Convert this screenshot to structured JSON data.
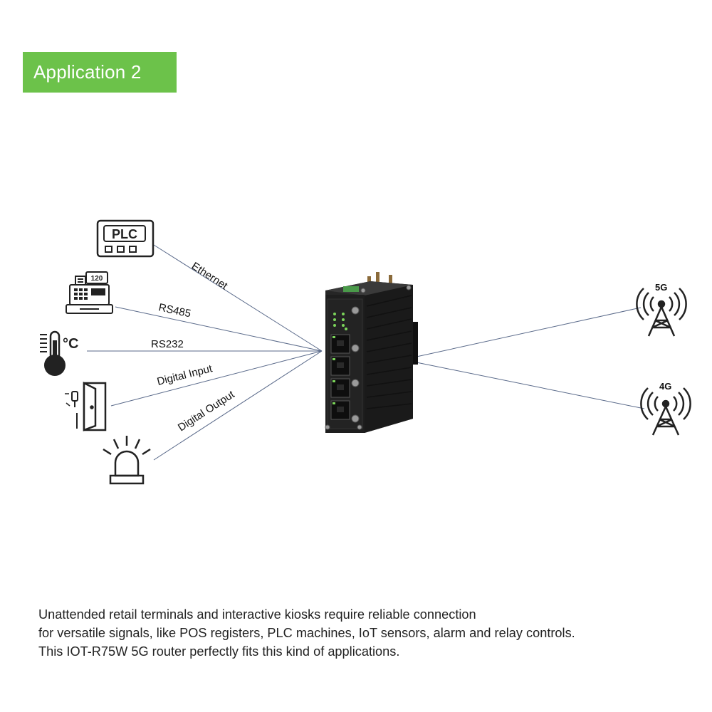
{
  "header": {
    "title": "Application 2"
  },
  "devices": {
    "plc_text": "PLC",
    "register_display": "120",
    "temperature_unit": "°C"
  },
  "connections": [
    {
      "label": "Ethernet"
    },
    {
      "label": "RS485"
    },
    {
      "label": "RS232"
    },
    {
      "label": "Digital Input"
    },
    {
      "label": "Digital Output"
    }
  ],
  "networks": [
    {
      "label": "5G"
    },
    {
      "label": "4G"
    }
  ],
  "description": {
    "line1": "Unattended retail terminals and interactive kiosks require reliable connection",
    "line2": "for versatile signals, like POS registers, PLC machines, IoT sensors, alarm and relay controls.",
    "line3": "This IOT-R75W 5G router perfectly fits this kind of applications."
  },
  "colors": {
    "badge_green": "#6cc24a",
    "connector_line": "#5a6a8a",
    "router_body": "#1c1c1c",
    "led_green": "#7bd45a"
  }
}
